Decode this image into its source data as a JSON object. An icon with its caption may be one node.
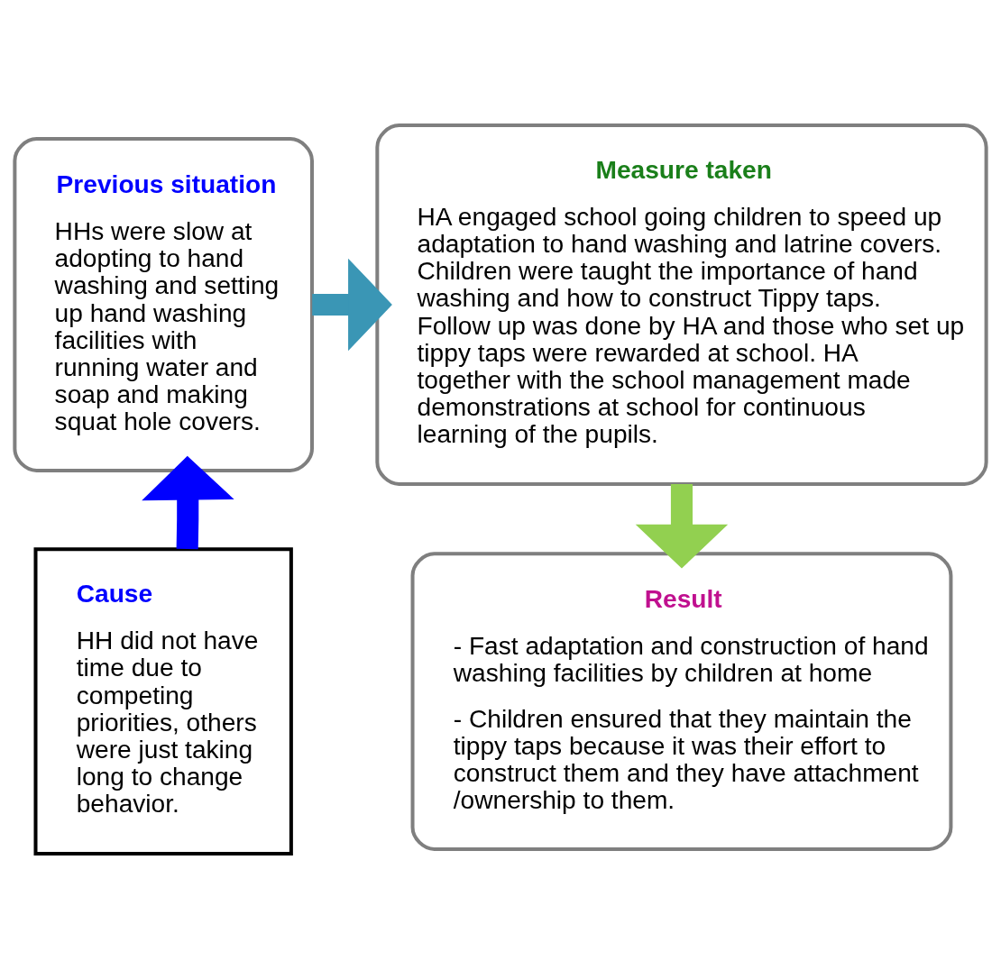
{
  "diagram": {
    "nodes": [
      {
        "text": [
          "Previous situation",
          "HHs were slow at adopting to hand washing and setting up hand washing facilities with running water and soap and making squat hole covers."
        ]
      },
      {
        "text": [
          "Measure taken",
          "HA engaged school going children to speed up adaptation to hand washing and latrine covers. Children were taught the importance of hand washing and how to construct Tippy taps. Follow up was done by HA and those who set up tippy taps were rewarded at school. HA together with the school management made demonstrations at school for continuous learning of the pupils."
        ]
      },
      {
        "text": [
          "Cause",
          "HH did not have time due to competing priorities, others were just taking long to change behavior."
        ]
      },
      {
        "text": [
          "Result",
          "- Fast adaptation and construction of hand washing facilities by children at home",
          "- Children ensured that they maintain the tippy taps because it was their effort to construct them and they have attachment /ownership to them."
        ]
      }
    ],
    "edges": [
      {
        "from": 0,
        "to": 1,
        "arrow": "to",
        "color": "#3a96b5"
      },
      {
        "from": 1,
        "to": 3,
        "arrow": "to",
        "color": "#92d050"
      },
      {
        "from": 2,
        "to": 0,
        "arrow": "to",
        "color": "#0000ff"
      }
    ]
  }
}
